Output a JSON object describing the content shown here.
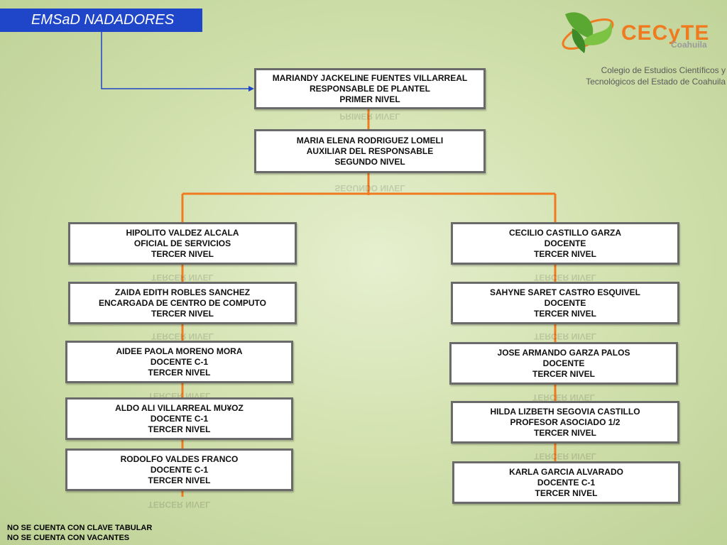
{
  "header": {
    "title": "EMSaD NADADORES"
  },
  "logo": {
    "brand": "CECyTE",
    "region": "Coahuila",
    "org_line1": "Colegio de Estudios Científicos y",
    "org_line2": "Tecnológicos del Estado de Coahuila"
  },
  "nodes": {
    "level1": {
      "name": "MARIANDY JACKELINE FUENTES VILLARREAL",
      "role": "RESPONSABLE DE PLANTEL",
      "level": "PRIMER NIVEL"
    },
    "level2": {
      "name": "MARIA ELENA RODRIGUEZ LOMELI",
      "role": "AUXILIAR DEL RESPONSABLE",
      "level": "SEGUNDO NIVEL"
    },
    "left": [
      {
        "name": "HIPOLITO VALDEZ ALCALA",
        "role": "OFICIAL  DE SERVICIOS",
        "level": "TERCER NIVEL"
      },
      {
        "name": "ZAIDA EDITH ROBLES SANCHEZ",
        "role": "ENCARGADA DE CENTRO DE COMPUTO",
        "level": "TERCER NIVEL"
      },
      {
        "name": "AIDEE PAOLA MORENO MORA",
        "role": "DOCENTE C-1",
        "level": "TERCER NIVEL"
      },
      {
        "name": "ALDO ALI  VILLARREAL MU¥OZ",
        "role": "DOCENTE C-1",
        "level": "TERCER NIVEL"
      },
      {
        "name": "RODOLFO VALDES FRANCO",
        "role": "DOCENTE C-1",
        "level": "TERCER NIVEL"
      }
    ],
    "right": [
      {
        "name": "CECILIO CASTILLO GARZA",
        "role": "DOCENTE",
        "level": "TERCER NIVEL"
      },
      {
        "name": "SAHYNE SARET CASTRO ESQUIVEL",
        "role": "DOCENTE",
        "level": "TERCER NIVEL"
      },
      {
        "name": "JOSE ARMANDO GARZA PALOS",
        "role": "DOCENTE",
        "level": "TERCER NIVEL"
      },
      {
        "name": "HILDA LIZBETH SEGOVIA CASTILLO",
        "role": "PROFESOR ASOCIADO 1/2",
        "level": "TERCER NIVEL"
      },
      {
        "name": "KARLA GARCIA ALVARADO",
        "role": "DOCENTE C-1",
        "level": "TERCER NIVEL"
      }
    ]
  },
  "notes": {
    "line1": "NO SE CUENTA CON CLAVE TABULAR",
    "line2": "NO SE CUENTA CON VACANTES"
  },
  "colors": {
    "connector": "#f07a20",
    "title_bg": "#1f45c8",
    "arrow": "#1f45c8"
  }
}
